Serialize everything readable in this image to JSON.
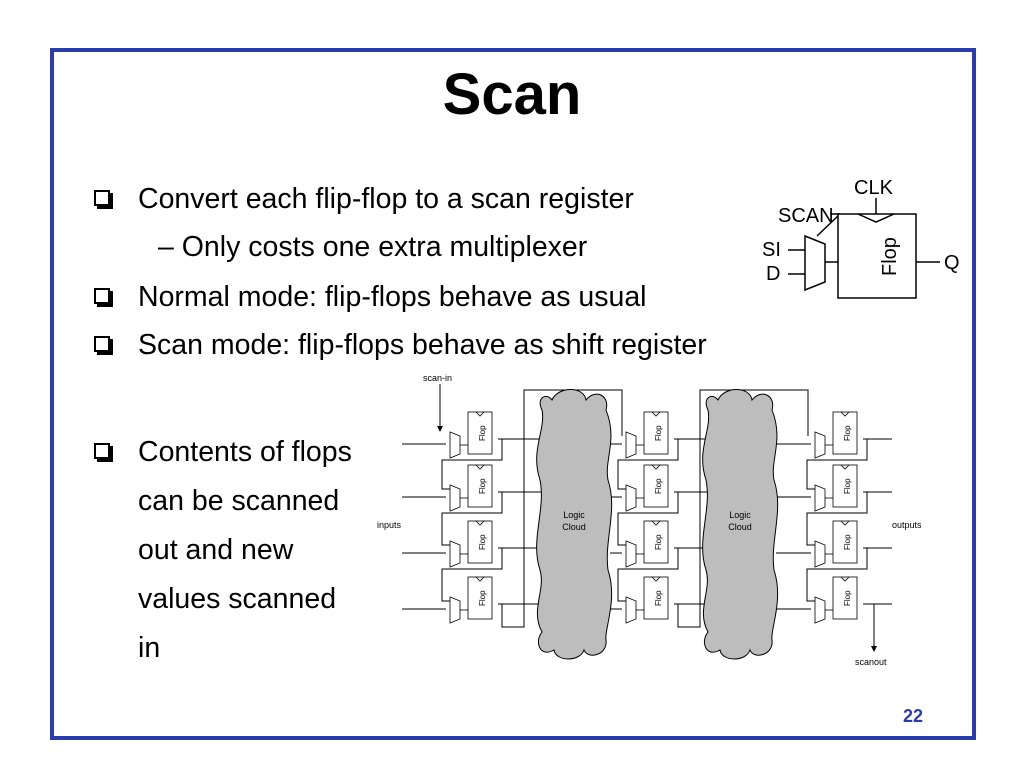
{
  "slide": {
    "title": "Scan",
    "page_number": "22",
    "frame_color": "#2a3cb0"
  },
  "bullets": [
    {
      "text": "Convert each flip-flop to a scan register"
    },
    {
      "sub": "– Only costs one extra multiplexer"
    },
    {
      "text": "Normal mode: flip-flops behave as usual"
    },
    {
      "text": "Scan mode: flip-flops behave as shift register"
    }
  ],
  "contents_bullet": {
    "lines": [
      "Contents of flops",
      "can be scanned",
      "out and new",
      "values scanned",
      "in"
    ]
  },
  "scan_register": {
    "clk": "CLK",
    "scan": "SCAN",
    "si": "SI",
    "d": "D",
    "q": "Q",
    "flop": "Flop"
  },
  "scan_chain": {
    "scan_in": "scan-in",
    "scan_out": "scanout",
    "inputs": "inputs",
    "outputs": "outputs",
    "flop": "Flop",
    "logic_cloud_line1": "Logic",
    "logic_cloud_line2": "Cloud",
    "cloud_fill": "#bdbdbd"
  }
}
